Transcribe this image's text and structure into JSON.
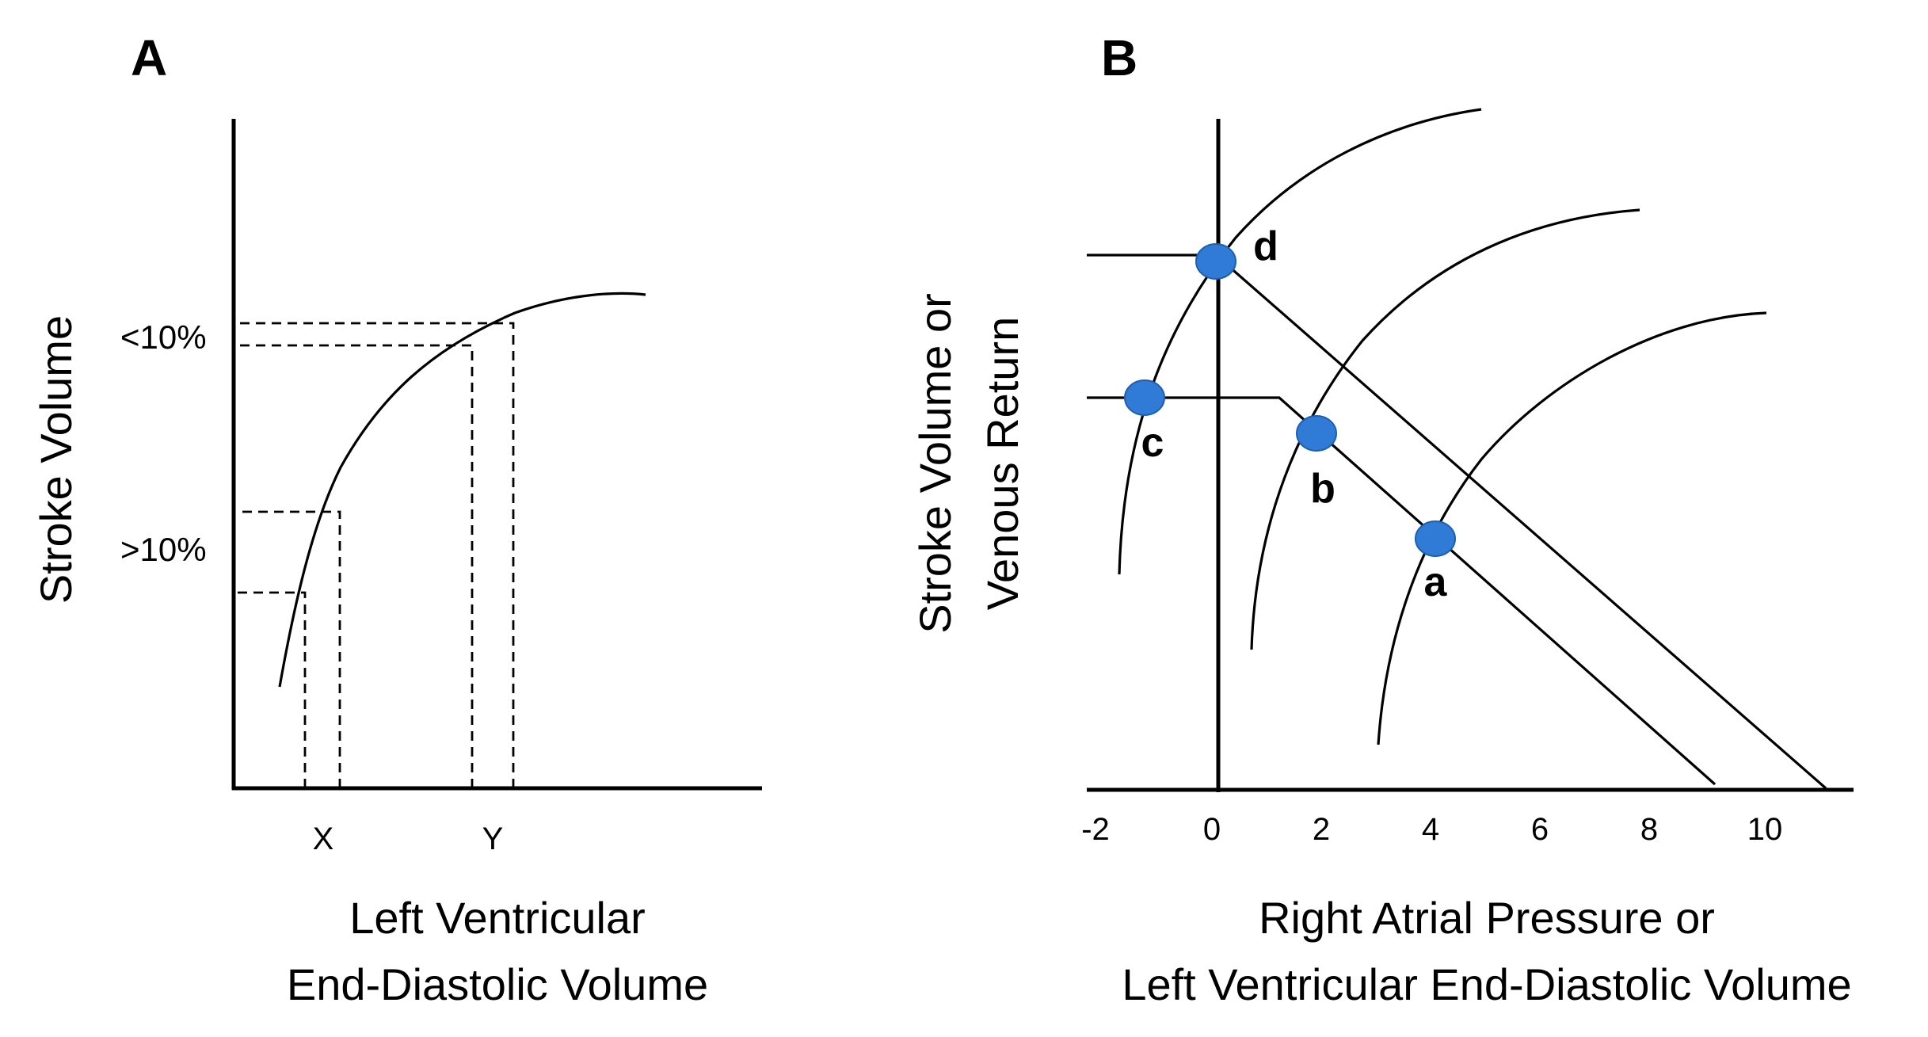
{
  "panel_a": {
    "letter": "A",
    "y_title": "Stroke Volume",
    "x_title_line1": "Left Ventricular",
    "x_title_line2": "End-Diastolic Volume",
    "x_tick_labels": [
      "X",
      "Y"
    ],
    "change_labels": [
      "<10%",
      ">10%"
    ]
  },
  "panel_b": {
    "letter": "B",
    "y_title_line1": "Stroke Volume or",
    "y_title_line2": "Venous Return",
    "x_title_line1": "Right Atrial Pressure or",
    "x_title_line2": "Left Ventricular End-Diastolic Volume",
    "x_tick_labels": [
      "-2",
      "0",
      "2",
      "4",
      "6",
      "8",
      "10"
    ],
    "point_labels": [
      "a",
      "b",
      "c",
      "d"
    ],
    "point_color": "#2f7bd6"
  }
}
